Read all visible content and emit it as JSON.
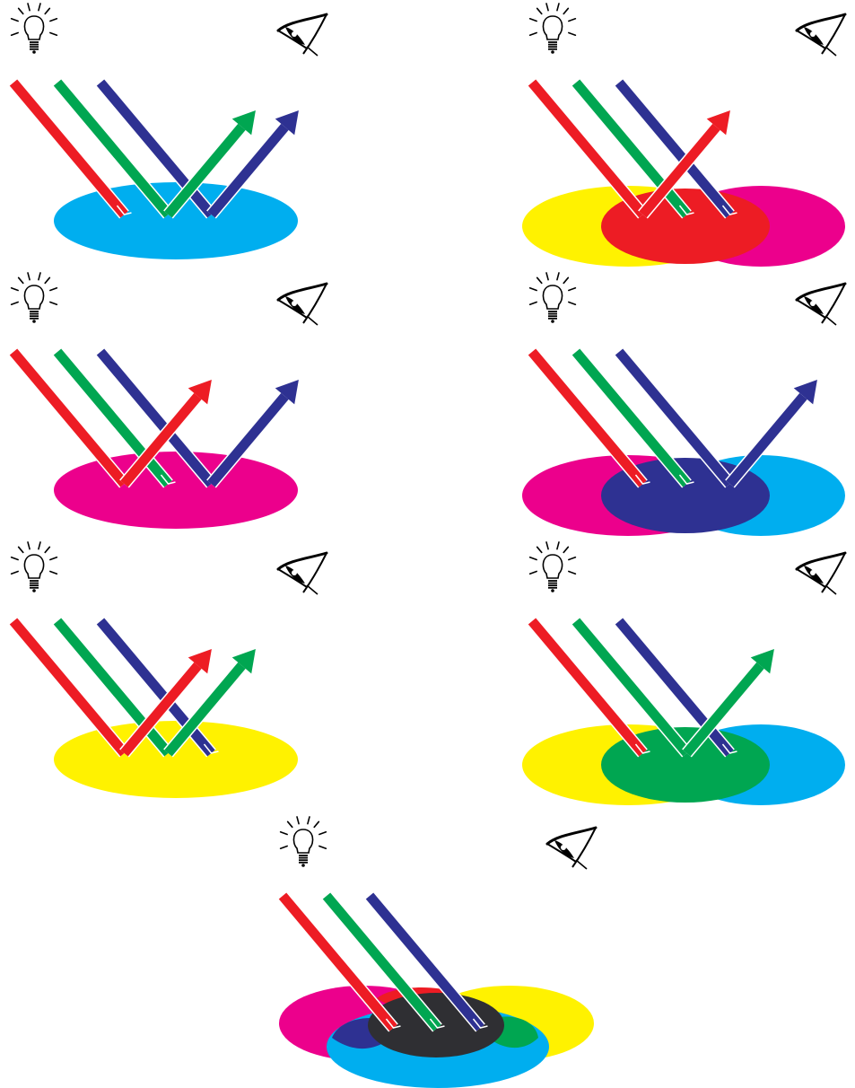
{
  "colors": {
    "red": "#ED1C24",
    "green": "#00A651",
    "blue": "#2E3192",
    "cyan": "#00AEEF",
    "magenta": "#EC008C",
    "yellow": "#FFF200",
    "black": "#2F2F33",
    "white": "#FFFFFF",
    "icon_stroke": "#000000"
  },
  "icons": {
    "light_source": "lightbulb-icon",
    "observer": "eye-icon"
  },
  "panels": [
    {
      "id": "cyan-ink",
      "inks": [
        "cyan"
      ],
      "overlap": null,
      "absorbed": [
        "red"
      ],
      "reflected": [
        "green",
        "blue"
      ]
    },
    {
      "id": "yellow-magenta-inks",
      "inks": [
        "yellow",
        "magenta"
      ],
      "overlap": "red",
      "absorbed": [
        "green",
        "blue"
      ],
      "reflected": [
        "red"
      ]
    },
    {
      "id": "magenta-ink",
      "inks": [
        "magenta"
      ],
      "overlap": null,
      "absorbed": [
        "green"
      ],
      "reflected": [
        "red",
        "blue"
      ]
    },
    {
      "id": "magenta-cyan-inks",
      "inks": [
        "magenta",
        "cyan"
      ],
      "overlap": "blue",
      "absorbed": [
        "red",
        "green"
      ],
      "reflected": [
        "blue"
      ]
    },
    {
      "id": "yellow-ink",
      "inks": [
        "yellow"
      ],
      "overlap": null,
      "absorbed": [
        "blue"
      ],
      "reflected": [
        "red",
        "green"
      ]
    },
    {
      "id": "yellow-cyan-inks",
      "inks": [
        "yellow",
        "cyan"
      ],
      "overlap": "green",
      "absorbed": [
        "red",
        "blue"
      ],
      "reflected": [
        "green"
      ]
    },
    {
      "id": "cyan-magenta-yellow-inks",
      "inks": [
        "magenta",
        "yellow",
        "cyan"
      ],
      "overlap": "black",
      "absorbed": [
        "red",
        "green",
        "blue"
      ],
      "reflected": []
    }
  ]
}
